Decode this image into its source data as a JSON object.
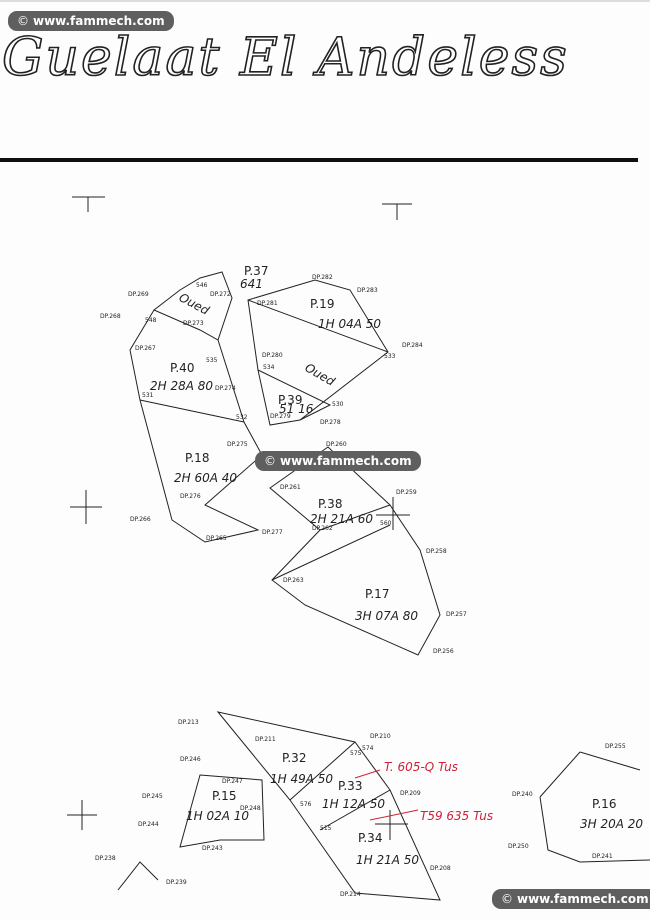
{
  "watermark": {
    "copyright_symbol": "©",
    "text": "www.fammech.com"
  },
  "title": "Guelaat El Andeless",
  "parcels": [
    {
      "name": "P.37",
      "area": "641"
    },
    {
      "name": "P.40",
      "area": "2H 28A 80"
    },
    {
      "name": "P.19",
      "area": "1H 04A 50"
    },
    {
      "name": "P.39",
      "area": "51 16"
    },
    {
      "name": "P.18",
      "area": "2H 60A 40"
    },
    {
      "name": "P.38",
      "area": "2H 21A 60"
    },
    {
      "name": "P.17",
      "area": "3H 07A 80"
    },
    {
      "name": "P.32",
      "area": "1H 49A 50"
    },
    {
      "name": "P.33",
      "area": "1H 12A 50"
    },
    {
      "name": "P.34",
      "area": "1H 21A 50"
    },
    {
      "name": "P.15",
      "area": "1H 02A 10"
    },
    {
      "name": "P.16",
      "area": "3H 20A 20"
    }
  ],
  "oued_labels": [
    "Oued",
    "Oued"
  ],
  "markers": [
    "DP.269",
    "DP.272",
    "DP.268",
    "DP.273",
    "DP.267",
    "DP.274",
    "DP.281",
    "DP.282",
    "DP.283",
    "DP.284",
    "DP.280",
    "DP.279",
    "DP.278",
    "DP.275",
    "DP.276",
    "DP.266",
    "DP.265",
    "DP.277",
    "DP.260",
    "DP.261",
    "DP.262",
    "DP.259",
    "DP.263",
    "DP.258",
    "DP.257",
    "DP.256",
    "DP.210",
    "DP.213",
    "DP.211",
    "DP.246",
    "DP.247",
    "DP.245",
    "DP.248",
    "DP.244",
    "DP.243",
    "DP.209",
    "DP.208",
    "DP.214",
    "DP.238",
    "DP.239",
    "DP.255",
    "DP.240",
    "DP.250",
    "DP.241"
  ],
  "point_numbers": [
    "546",
    "548",
    "535",
    "531",
    "532",
    "534",
    "530",
    "533",
    "560",
    "575",
    "576",
    "574",
    "515"
  ],
  "annotations": [
    {
      "text": "T. 605-Q Tus"
    },
    {
      "text": "T59 635 Tus"
    }
  ]
}
